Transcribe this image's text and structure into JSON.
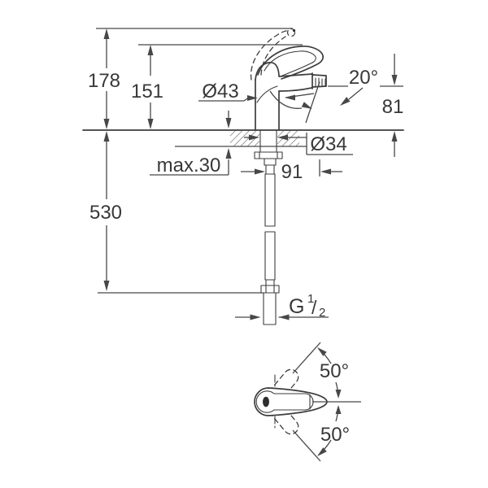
{
  "drawing": {
    "background": "#ffffff",
    "line_color": "#3c3c3c",
    "dim_color": "#474747",
    "labels": {
      "total_height": "178",
      "spout_top_height": "151",
      "body_diameter": "Ø43",
      "stream_angle": "20°",
      "spout_outlet_height": "81",
      "mounting_max_thickness": "max.30",
      "mounting_hole_diameter": "Ø34",
      "spout_reach": "91",
      "connection_length": "530",
      "thread_g": "G",
      "thread_numerator": "1",
      "thread_slash": "/",
      "thread_denominator": "2",
      "handle_swivel_up": "50°",
      "handle_swivel_down": "50°"
    }
  }
}
